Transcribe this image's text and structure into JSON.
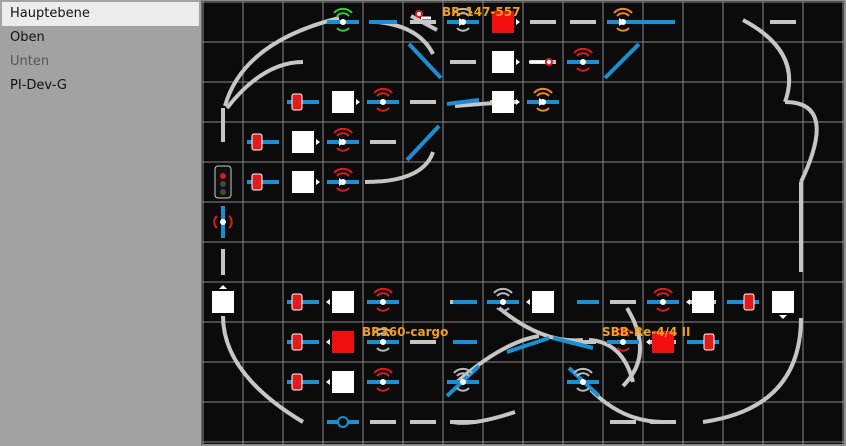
{
  "levels": [
    {
      "label": "Hauptebene",
      "selected": true
    },
    {
      "label": "Oben",
      "selected": false
    },
    {
      "label": "Unten",
      "selected": false,
      "disabled": true
    },
    {
      "label": "PI-Dev-G",
      "selected": false
    }
  ],
  "train_labels": [
    "BR-147-557",
    "BR360-cargo",
    "SBB-Re-4/4 II"
  ],
  "colors": {
    "board_bg": "#0b0b0b",
    "grid": "#8a8a8a",
    "rail": "#c6c6c6",
    "route": "#1b8fd4",
    "signal_red": "#e01b1b",
    "signal_green": "#2fcf2f",
    "signal_orange": "#f08a1c",
    "train_label": "#f0a020",
    "occupied": "#f01010"
  },
  "icons": [
    "rail-piece",
    "route-segment",
    "sensor-icon",
    "block-icon",
    "signal-icon",
    "switch-icon",
    "decoupler-icon",
    "light-signal-icon"
  ]
}
